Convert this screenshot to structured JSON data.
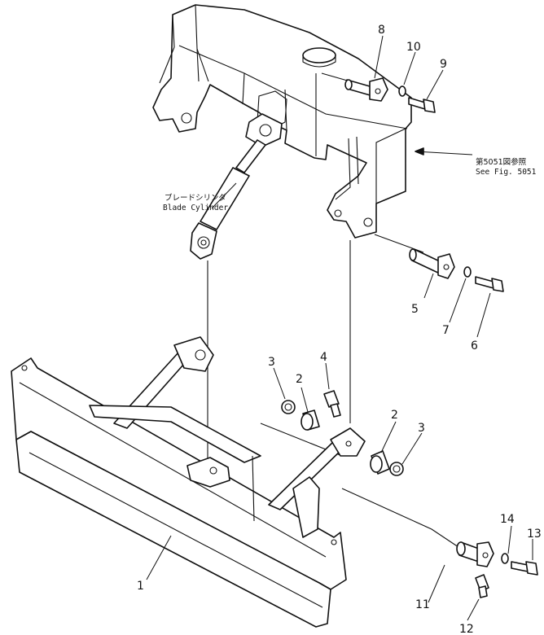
{
  "callouts": {
    "c1": "1",
    "c2a": "2",
    "c2b": "2",
    "c3a": "3",
    "c3b": "3",
    "c4": "4",
    "c5": "5",
    "c6": "6",
    "c7": "7",
    "c8": "8",
    "c9": "9",
    "c10": "10",
    "c11": "11",
    "c12": "12",
    "c13": "13",
    "c14": "14"
  },
  "labels": {
    "cylinder_jp": "ブレードシリンダ",
    "cylinder_en": "Blade Cylinder",
    "ref_jp": "第5051図参照",
    "ref_en": "See Fig. 5051"
  }
}
